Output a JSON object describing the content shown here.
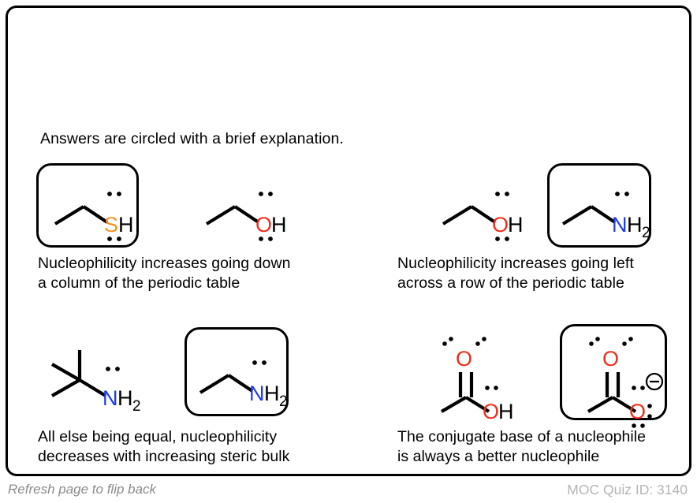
{
  "intro": "Answers are circled with a brief explanation.",
  "footer": {
    "left_note": "Refresh page to flip back",
    "quiz_id": "MOC Quiz ID: 3140"
  },
  "colors": {
    "sulfur": "#F5911E",
    "oxygen": "#EE2E1C",
    "nitrogen": "#1A39F0",
    "bond": "#000000",
    "card_border": "#000000",
    "footer_text": "#8b8b8b",
    "quiz_id_text": "#b5b5b5"
  },
  "quadrants": [
    {
      "id": "top-left",
      "caption": "Nucleophilicity increases going down\na column of the periodic table",
      "molecules": [
        {
          "name": "ethanethiol",
          "formula_label": "SH",
          "heteroatom": "S",
          "correct": true
        },
        {
          "name": "ethanol",
          "formula_label": "OH",
          "heteroatom": "O",
          "correct": false
        }
      ]
    },
    {
      "id": "top-right",
      "caption": "Nucleophilicity increases going left\nacross a row of the periodic table",
      "molecules": [
        {
          "name": "ethanol",
          "formula_label": "OH",
          "heteroatom": "O",
          "correct": false
        },
        {
          "name": "ethylamine",
          "formula_label": "NH2",
          "heteroatom": "N",
          "correct": true
        }
      ]
    },
    {
      "id": "bottom-left",
      "caption": "All else being equal, nucleophilicity\ndecreases with increasing steric bulk",
      "molecules": [
        {
          "name": "tert-butylamine",
          "formula_label": "NH2",
          "heteroatom": "N",
          "correct": false
        },
        {
          "name": "ethylamine",
          "formula_label": "NH2",
          "heteroatom": "N",
          "correct": true
        }
      ]
    },
    {
      "id": "bottom-right",
      "caption": "The conjugate base of a nucleophile\nis always a better nucleophile",
      "molecules": [
        {
          "name": "acetic acid",
          "formula_label": "OH",
          "heteroatom": "O",
          "correct": false
        },
        {
          "name": "acetate anion",
          "formula_label": "O-",
          "heteroatom": "O",
          "charge": "⊖",
          "correct": true
        }
      ]
    }
  ],
  "atom_labels": {
    "S": "S",
    "O": "O",
    "N": "N",
    "H": "H",
    "H2_sub": "2"
  }
}
